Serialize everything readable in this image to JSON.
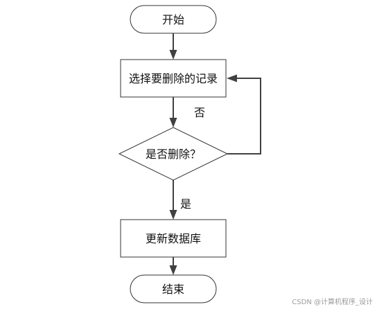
{
  "nodes": {
    "start": "开始",
    "select": "选择要删除的记录",
    "decision": "是否删除？",
    "update": "更新数据库",
    "end": "结束"
  },
  "edges": {
    "no_label": "否",
    "yes_label": "是"
  },
  "watermark": "CSDN @计算机程序_设计"
}
